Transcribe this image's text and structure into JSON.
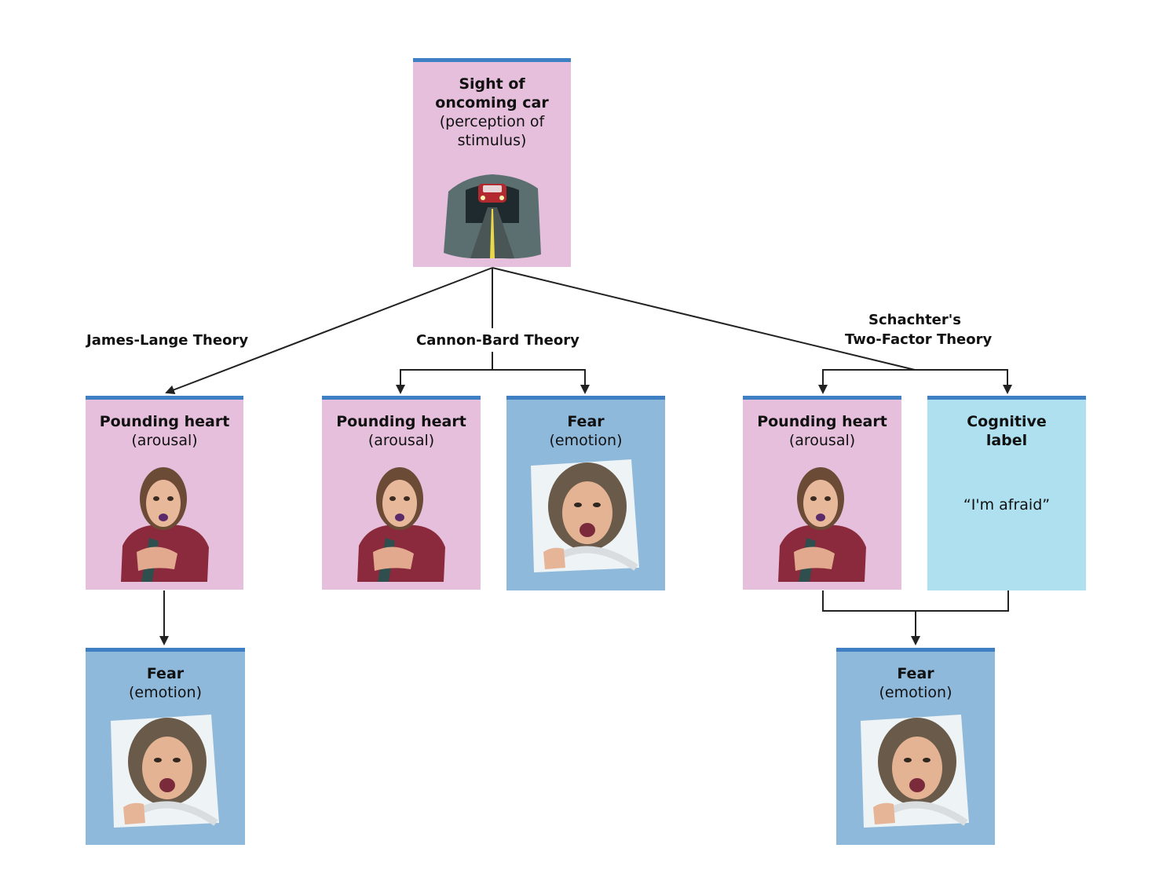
{
  "stimulus": {
    "title": "Sight of oncoming car",
    "sub": "(perception of stimulus)",
    "image": "car-on-road-illustration"
  },
  "theories": {
    "james_lange": {
      "label": "James-Lange Theory"
    },
    "cannon_bard": {
      "label": "Cannon-Bard Theory"
    },
    "schachter": {
      "label_line1": "Schachter's",
      "label_line2": "Two-Factor Theory"
    }
  },
  "arousal": {
    "title": "Pounding heart",
    "sub": "(arousal)",
    "image": "woman-hand-on-chest-illustration"
  },
  "fear": {
    "title": "Fear",
    "sub": "(emotion)",
    "image": "screaming-woman-driving-illustration"
  },
  "cognitive": {
    "title": "Cognitive label",
    "quote": "“I'm afraid”"
  },
  "colors": {
    "pink": "#e6bfdc",
    "blue": "#8fb9db",
    "light_blue": "#aee0f0",
    "top_border": "#3f7fc4",
    "line": "#222222"
  }
}
